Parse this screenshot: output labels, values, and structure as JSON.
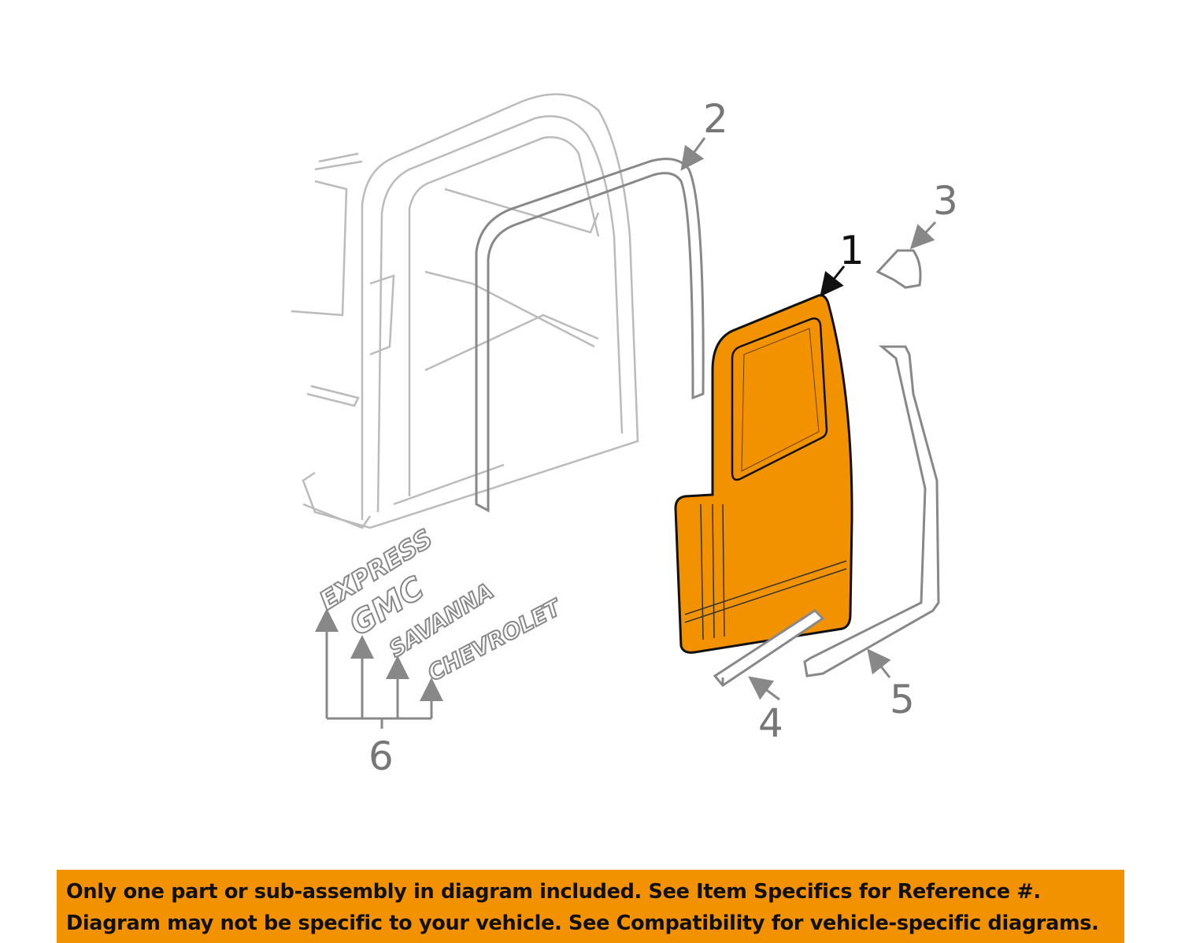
{
  "diagram": {
    "callouts": [
      "1",
      "2",
      "3",
      "4",
      "5",
      "6"
    ],
    "emblems": [
      "EXPRESS",
      "GMC",
      "SAVANNA",
      "CHEVROLET"
    ],
    "highlight_color": "#F39200",
    "line_color": "#888888"
  },
  "banner": {
    "line1": "Only one part or sub-assembly in diagram included. See Item Specifics for Reference #.",
    "line2": "Diagram may not be specific to your vehicle. See Compatibility for vehicle-specific diagrams.",
    "background": "#F39200"
  }
}
